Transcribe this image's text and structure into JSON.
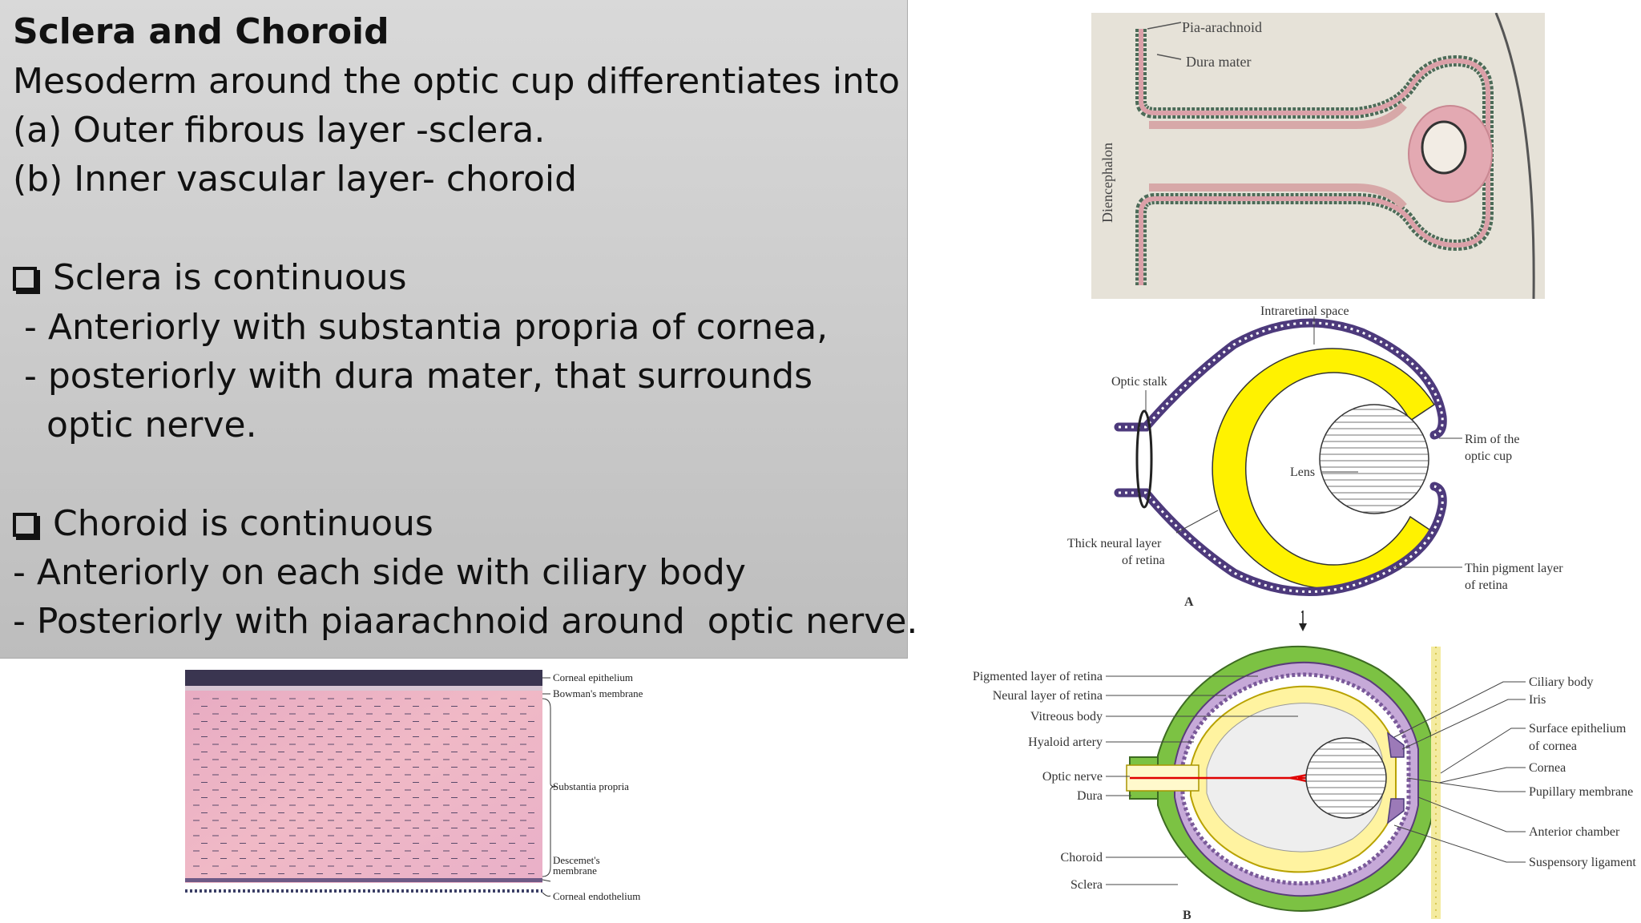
{
  "slide": {
    "title": "Sclera and Choroid",
    "lines": [
      "Mesoderm around the optic cup differentiates into",
      "(a) Outer fibrous layer -sclera.",
      "(b) Inner vascular layer- choroid"
    ],
    "bullet1": {
      "heading": "Sclera is continuous",
      "items": [
        " - Anteriorly with substantia propria of cornea,",
        " - posteriorly with dura mater, that surrounds",
        "   optic nerve."
      ]
    },
    "bullet2": {
      "heading": "Choroid is continuous",
      "items": [
        "- Anteriorly on each side with ciliary body",
        "- Posteriorly with piaarachnoid around  optic nerve."
      ]
    }
  },
  "cornea_figure": {
    "labels": {
      "epithelium": "Corneal epithelium",
      "bowman": "Bowman's membrane",
      "propria": "Substantia propria",
      "descemet_1": "Descemet's",
      "descemet_2": "membrane",
      "endothelium": "Corneal endothelium"
    }
  },
  "meninges_figure": {
    "labels": {
      "pia": "Pia-arachnoid",
      "dura": "Dura mater",
      "diencephalon": "Diencephalon"
    }
  },
  "optic_cup_figure": {
    "labels": {
      "intraretinal": "Intraretinal space",
      "optic_stalk": "Optic stalk",
      "rim_1": "Rim of the",
      "rim_2": "optic cup",
      "lens": "Lens",
      "thick_1": "Thick neural layer",
      "thick_2": "of retina",
      "thin_1": "Thin pigment layer",
      "thin_2": "of retina",
      "panel": "A"
    }
  },
  "eye_figure": {
    "left_labels": [
      "Pigmented layer of retina",
      "Neural layer of retina",
      "Vitreous body",
      "Hyaloid artery",
      "Optic nerve",
      "Dura",
      "Choroid",
      "Sclera"
    ],
    "right_labels": [
      "Ciliary body",
      "Iris",
      "Surface epithelium",
      "of cornea",
      "Cornea",
      "Pupillary membrane",
      "Anterior chamber",
      "Suspensory ligament"
    ],
    "panel": "B"
  }
}
